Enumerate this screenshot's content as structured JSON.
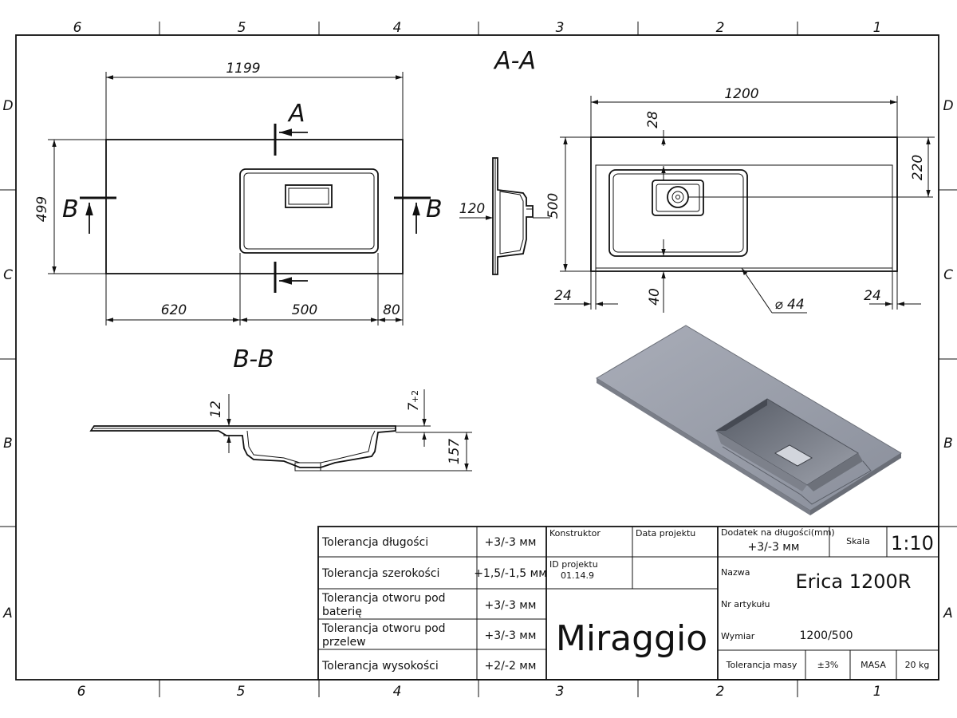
{
  "zones": {
    "columns": [
      "6",
      "5",
      "4",
      "3",
      "2",
      "1"
    ],
    "rows": [
      "D",
      "C",
      "B",
      "A"
    ]
  },
  "views": {
    "section_aa": "A-A",
    "section_bb": "B-B",
    "marker_a": "A",
    "marker_b": "B"
  },
  "dimensions": {
    "top_width": "1199",
    "top_height": "499",
    "left_offset": "620",
    "bowl_width": "500",
    "right_offset": "80",
    "side_120": "120",
    "plan_width": "1200",
    "plan_height": "500",
    "d28": "28",
    "d220": "220",
    "d40": "40",
    "d24_left": "24",
    "d24_right": "24",
    "diameter": "⌀ 44",
    "d12": "12",
    "d7": "7",
    "d7_tol": "+2",
    "d157": "157"
  },
  "title_block": {
    "tolerances": [
      {
        "label": [
          "Tolerancja długości"
        ],
        "value": "+3/-3 мм"
      },
      {
        "label": [
          "Tolerancja szerokości"
        ],
        "value": "+1,5/-1,5 мм"
      },
      {
        "label": [
          "Tolerancja otworu pod",
          "baterię"
        ],
        "value": "+3/-3 мм"
      },
      {
        "label": [
          "Tolerancja otworu pod",
          "przelew"
        ],
        "value": "+3/-3 мм"
      },
      {
        "label": [
          "Tolerancja wysokości"
        ],
        "value": "+2/-2 мм"
      }
    ],
    "konstruktor_label": "Konstruktor",
    "data_projektu_label": "Data projektu",
    "id_projektu_label": "ID projektu",
    "id_projektu_value": "01.14.9",
    "brand": "Miraggio",
    "dodatek_label": "Dodatek na długości(mm)",
    "dodatek_value": "+3/-3 мм",
    "skala_label": "Skala",
    "skala_value": "1:10",
    "nazwa_label": "Nazwa",
    "nazwa_value": "Erica 1200R",
    "nr_artykulu_label": "Nr artykułu",
    "wymiar_label": "Wymiar",
    "wymiar_value": "1200/500",
    "tolerancja_masy_label": "Tolerancja masy",
    "tolerancja_masy_value": "±3%",
    "masa_label": "MASA",
    "masa_value": "20 kg"
  }
}
